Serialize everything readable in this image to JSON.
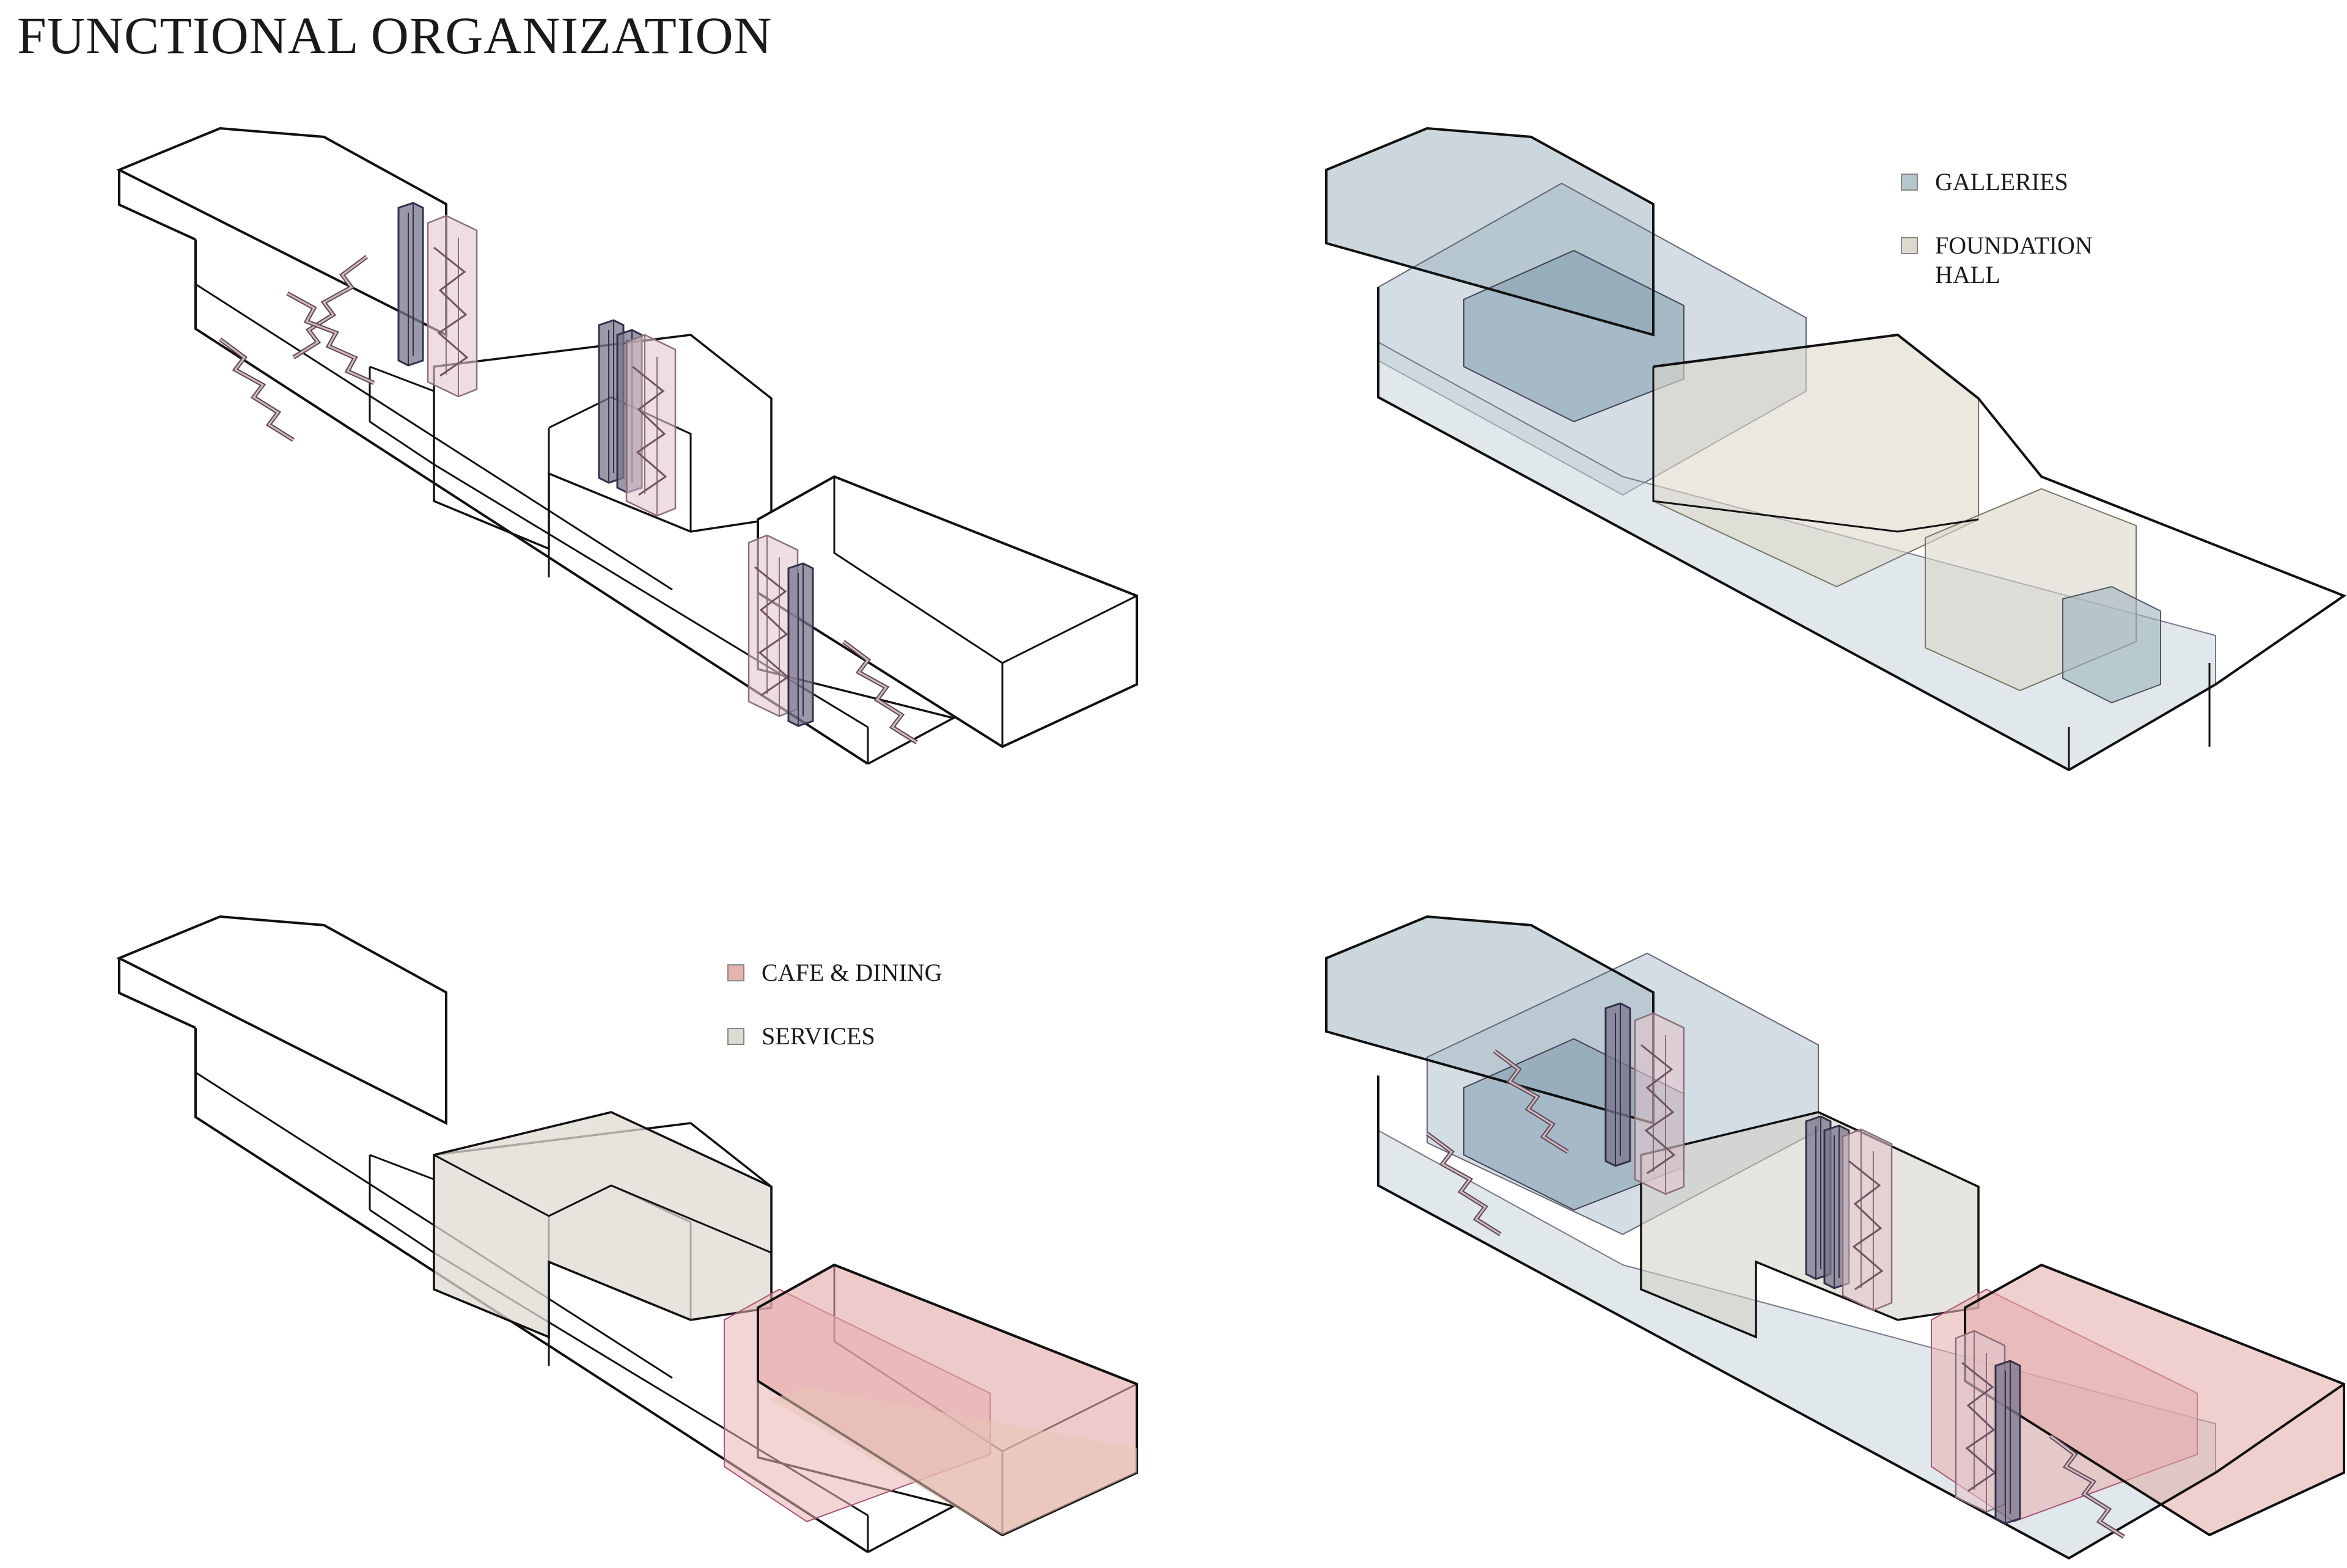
{
  "title": "FUNCTIONAL ORGANIZATION",
  "colors": {
    "galleries": "#b5c6cf",
    "foundation_hall": "#ddd9cc",
    "cafe_dining": "#e7b3b0",
    "services": "#dedbd1",
    "stair_pink": "#d9b8c1",
    "elevator": "#6f6c82",
    "outline": "#111111"
  },
  "legends": {
    "top_right": [
      {
        "label": "GALLERIES",
        "swatch": "#b5c6cf"
      },
      {
        "label": "FOUNDATION\nHALL",
        "swatch": "#ddd9cc"
      }
    ],
    "bottom_left": [
      {
        "label": "CAFE & DINING",
        "swatch": "#e7b3b0"
      },
      {
        "label": "SERVICES",
        "swatch": "#dedbd1"
      }
    ]
  },
  "icons": {
    "circulation": "stair-icon",
    "vertical_core": "elevator-core-icon"
  }
}
